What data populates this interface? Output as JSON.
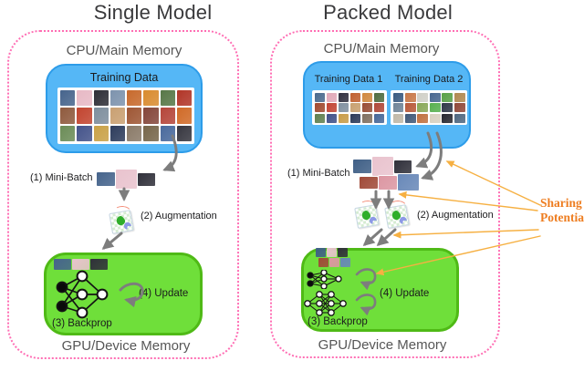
{
  "figure": {
    "left": {
      "title": "Single Model",
      "cpu_label": "CPU/Main Memory",
      "gpu_label": "GPU/Device Memory",
      "training_data_label": "Training Data",
      "step1": "(1) Mini-Batch",
      "step2": "(2) Augmentation",
      "step3": "(3) Backprop",
      "step4": "(4) Update"
    },
    "right": {
      "title": "Packed Model",
      "cpu_label": "CPU/Main Memory",
      "gpu_label": "GPU/Device Memory",
      "training_data1_label": "Training Data 1",
      "training_data2_label": "Training Data 2",
      "step1": "(1) Mini-Batch",
      "step2": "(2) Augmentation",
      "step3": "(3) Backprop",
      "step4": "(4) Update"
    },
    "annotation": {
      "line1": "Sharing",
      "line2": "Potential"
    }
  },
  "colors": {
    "pink-border": "#ff6eb4",
    "blue-fill": "#55b7f6",
    "blue-border": "#2d9ce9",
    "green-fill": "#6fdf3a",
    "green-border": "#4fba16",
    "arrow-gray": "#7d7d7d",
    "orange-line": "#f6b042",
    "orange-text": "#ee7d20",
    "label-gray": "#565656",
    "title-dark": "#3a3a3c",
    "text-dark": "#1b1b1d"
  },
  "decor": {
    "grid_left": [
      "#46648c",
      "#e7b9c5",
      "#2e2e36",
      "#7d93ad",
      "#c7692b",
      "#d98b2f",
      "#577747",
      "#b13527",
      "#8f5a3e",
      "#c2442f",
      "#7e8e9d",
      "#c9a072",
      "#9e5634",
      "#84463a",
      "#b5453a",
      "#d06a27",
      "#6b8c57",
      "#44538a",
      "#c9a146",
      "#2d3c5c",
      "#8a7a68",
      "#77664a",
      "#49699c",
      "#36363f"
    ],
    "grid_right1": [
      "#4a6a8e",
      "#e0a8b8",
      "#303040",
      "#c06030",
      "#d08840",
      "#506c40",
      "#a04a30",
      "#c24434",
      "#8090a0",
      "#c8a070",
      "#984c34",
      "#b04838",
      "#608050",
      "#405088",
      "#c89c48",
      "#2c3a58",
      "#807060",
      "#486898"
    ],
    "grid_right2": [
      "#3a5a80",
      "#c87848",
      "#d0d0c8",
      "#486890",
      "#58a048",
      "#b08850",
      "#708498",
      "#b85838",
      "#88a858",
      "#58b050",
      "#303848",
      "#904838",
      "#c0b8a8",
      "#405878",
      "#c07040",
      "#d8d0c0",
      "#282830",
      "#506880"
    ],
    "mini_left": [
      "#46648c",
      "#e9c3ce",
      "#30303a"
    ],
    "mini_right_row1": [
      "#3f5f86",
      "#e9c3ce",
      "#30303a"
    ],
    "mini_right_row2": [
      "#a04a38",
      "#dc96a2",
      "#6888b8"
    ],
    "gpu_left_tiles": [
      "#46648c",
      "#e9c3ce",
      "#30303a"
    ],
    "gpu_right_row1": [
      "#3f5f86",
      "#e9c3ce",
      "#30303a"
    ],
    "gpu_right_row2": [
      "#a04a38",
      "#dc96a2",
      "#6888b8"
    ]
  }
}
